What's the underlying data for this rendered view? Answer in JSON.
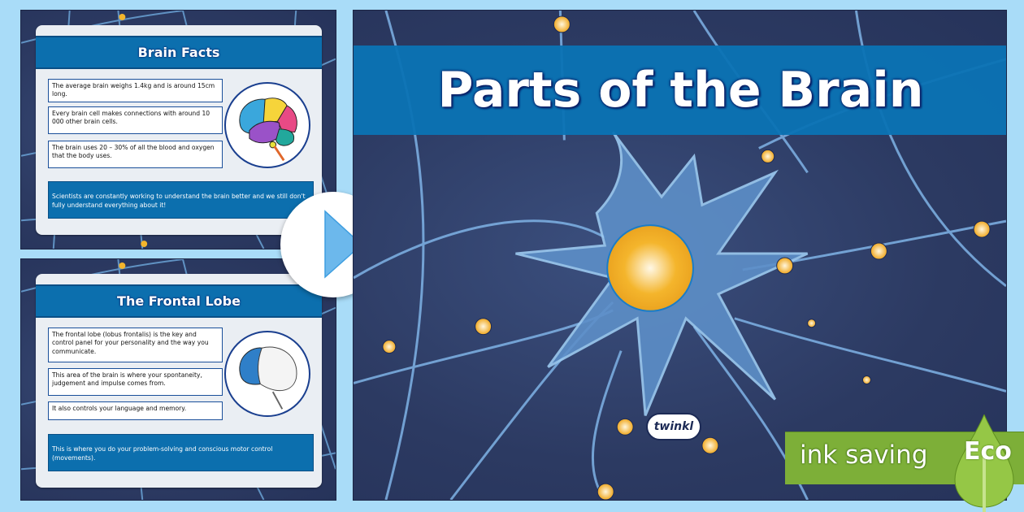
{
  "thumbnails": [
    {
      "title": "Brain Facts",
      "facts": [
        "The average brain weighs 1.4kg and is around 15cm long.",
        "Every brain cell makes connections with around 10 000 other brain cells.",
        "The brain uses 20 – 30% of all the blood and oxygen that the body uses."
      ],
      "summary": "Scientists are constantly working to understand the brain better and we still don't fully understand everything about it!",
      "image": "colored-brain-lobes-illustration"
    },
    {
      "title": "The Frontal Lobe",
      "facts": [
        "The frontal lobe (lobus frontalis) is the key and control panel for your personality and the way you communicate.",
        "This area of the brain is where your spontaneity, judgement and impulse comes from.",
        "It also controls your language and memory."
      ],
      "summary": "This is where you do your problem-solving and conscious motor control (movements).",
      "image": "frontal-lobe-highlighted-brain-illustration"
    }
  ],
  "play_button": {
    "icon": "play-icon"
  },
  "main_slide": {
    "title": "Parts of the Brain",
    "logo": "twinkl",
    "image": "neuron-illustration"
  },
  "eco_badge": {
    "ink_label": "ink saving",
    "eco_label": "Eco",
    "icon": "leaf-drop-icon"
  },
  "colors": {
    "page_bg": "#a9dcf8",
    "slide_bg": "#2c3a62",
    "banner_blue": "#0c6fae",
    "accent_light_blue": "#6cb8ec",
    "nucleus_yellow": "#f4b52c",
    "eco_green": "#7daf38"
  }
}
